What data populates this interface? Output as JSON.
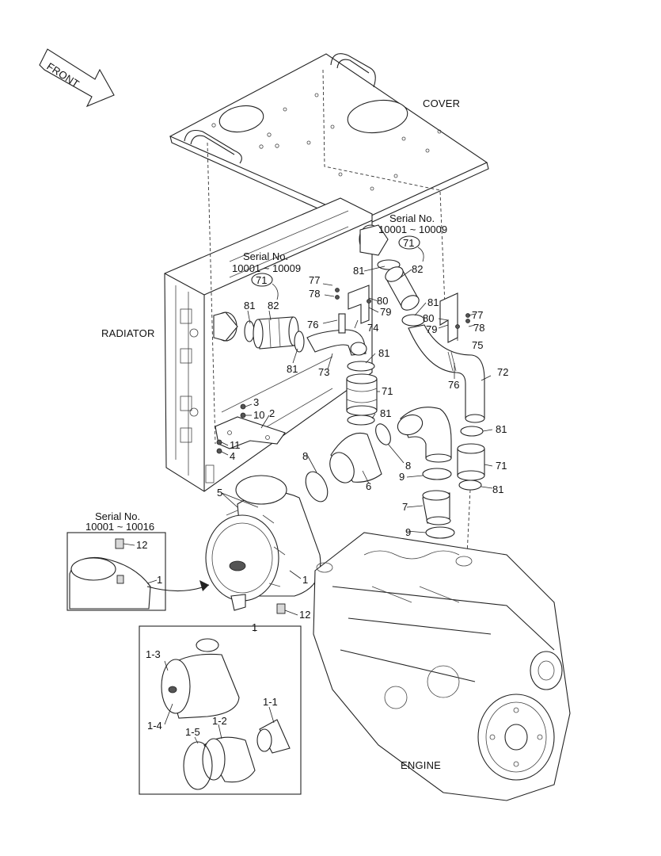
{
  "labels": {
    "front": "FRONT",
    "cover": "COVER",
    "radiator": "RADIATOR",
    "engine": "ENGINE",
    "serial_left_title": "Serial No.",
    "serial_left_range": "10001 ~ 10009",
    "serial_right_title": "Serial No.",
    "serial_right_range": "10001 ~ 10009",
    "serial_inset_title": "Serial No.",
    "serial_inset_range": "10001 ~ 10016",
    "ref_left": "71",
    "ref_right": "71"
  },
  "callouts": {
    "p1": "1",
    "p1b": "1",
    "p1c": "1",
    "p1_1": "1-1",
    "p1_2": "1-2",
    "p1_3": "1-3",
    "p1_4": "1-4",
    "p1_5": "1-5",
    "p2": "2",
    "p3": "3",
    "p4": "4",
    "p5": "5",
    "p6": "6",
    "p7": "7",
    "p8a": "8",
    "p8b": "8",
    "p9a": "9",
    "p9b": "9",
    "p10": "10",
    "p11": "11",
    "p12a": "12",
    "p12b": "12",
    "p71a": "71",
    "p71b": "71",
    "p72": "72",
    "p73": "73",
    "p74": "74",
    "p75": "75",
    "p76a": "76",
    "p76b": "76",
    "p77a": "77",
    "p77b": "77",
    "p78a": "78",
    "p78b": "78",
    "p79a": "79",
    "p79b": "79",
    "p80a": "80",
    "p80b": "80",
    "p81a": "81",
    "p81b": "81",
    "p81c": "81",
    "p81d": "81",
    "p81e": "81",
    "p81f": "81",
    "p81g": "81",
    "p81h": "81",
    "p82a": "82",
    "p82b": "82"
  }
}
